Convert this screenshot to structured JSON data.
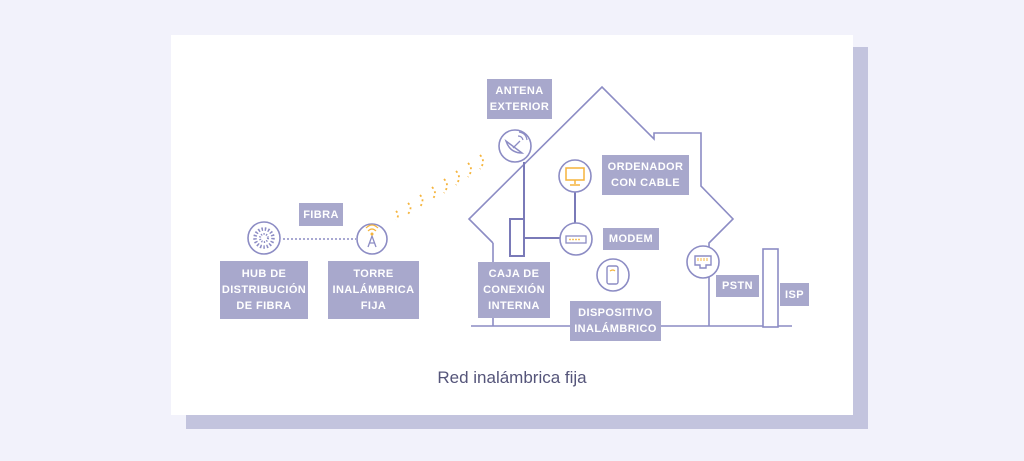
{
  "caption": "Red inalámbrica fija",
  "labels": {
    "fibra": "FIBRA",
    "hub": "HUB DE\nDISTRIBUCIÓN\nDE FIBRA",
    "torre": "TORRE\nINALÁMBRICA\nFIJA",
    "antena": "ANTENA\nEXTERIOR",
    "ordenador": "ORDENADOR\nCON CABLE",
    "modem": "MODEM",
    "caja": "CAJA DE\nCONEXIÓN\nINTERNA",
    "dispositivo": "DISPOSITIVO\nINALÁMBRICO",
    "pstn": "PSTN",
    "isp": "ISP"
  },
  "colors": {
    "label_bg": "#a8a8cc",
    "line": "#8c8cc4",
    "signal": "#f5b43c",
    "shadow": "#c3c4de",
    "background": "#f2f2fb"
  },
  "icons": [
    "fiber-hub-icon",
    "tower-icon",
    "satellite-dish-icon",
    "monitor-icon",
    "modem-icon",
    "phone-icon",
    "ethernet-port-icon"
  ]
}
